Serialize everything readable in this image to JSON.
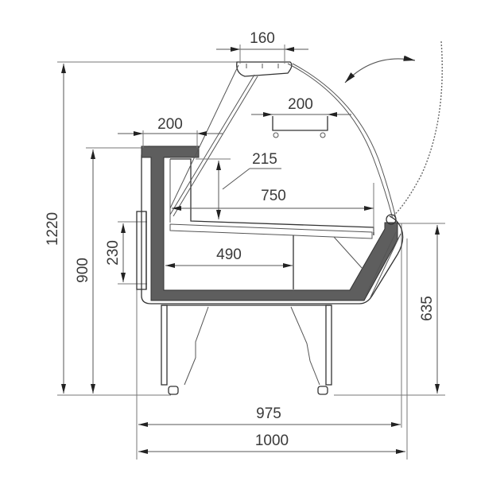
{
  "diagram": {
    "type": "technical-drawing",
    "subject": "refrigerated display counter cross-section",
    "units": "mm",
    "colors": {
      "line": "#333333",
      "insulation_fill": "#5e5e5e",
      "text": "#3a3a3a",
      "background": "#ffffff"
    },
    "dimensions": {
      "top_fixture_width": "160",
      "work_top_depth": "200",
      "upper_shelf_depth": "200",
      "display_height": "215",
      "display_depth": "750",
      "overall_height": "1220",
      "counter_height": "900",
      "front_panel_height": "230",
      "storage_depth": "490",
      "front_height": "635",
      "base_width": "975",
      "overall_width": "1000"
    },
    "annotations": {
      "glass_rotation_arrow": "curved-double-arrow"
    }
  }
}
